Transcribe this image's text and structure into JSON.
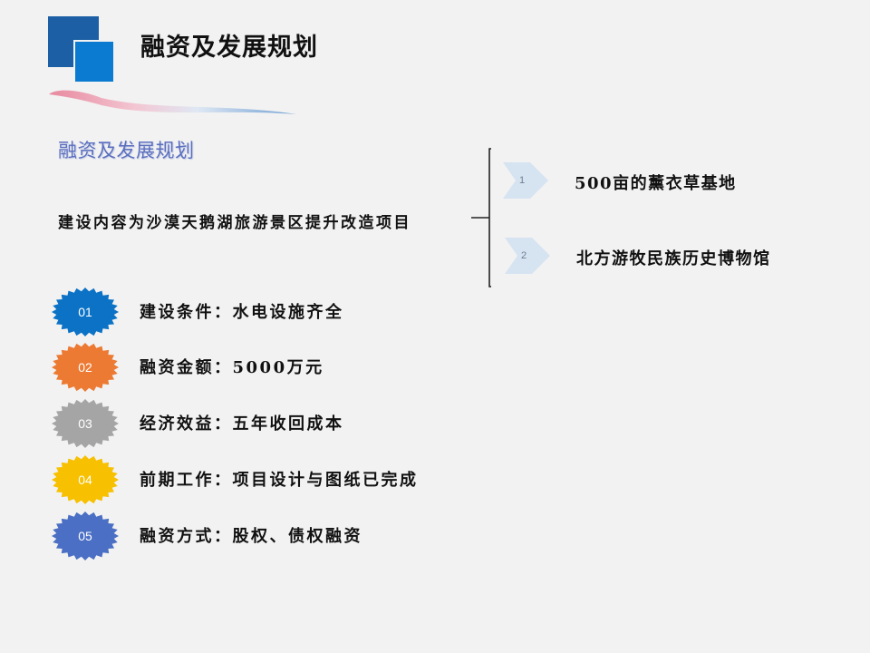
{
  "header": {
    "title": "融资及发展规划"
  },
  "section": {
    "subtitle": "融资及发展规划"
  },
  "project": {
    "text": "建设内容为沙漠天鹅湖旅游景区提升改造项目",
    "branches": [
      {
        "num": "1",
        "label": "500亩的薰衣草基地"
      },
      {
        "num": "2",
        "label": "北方游牧民族历史博物馆"
      }
    ]
  },
  "items": [
    {
      "num": "01",
      "text": "建设条件：水电设施齐全",
      "color": "#0b72c6"
    },
    {
      "num": "02",
      "text": "融资金额：5000万元",
      "color": "#ec7a33"
    },
    {
      "num": "03",
      "text": "经济效益：五年收回成本",
      "color": "#a5a5a5"
    },
    {
      "num": "04",
      "text": "前期工作：项目设计与图纸已完成",
      "color": "#f7c000"
    },
    {
      "num": "05",
      "text": "融资方式：股权、债权融资",
      "color": "#4a6fc4"
    }
  ],
  "colors": {
    "chevron": "#d6e3f1",
    "title_accent": "#1d5fa4"
  },
  "icons": {
    "logo": "stacked-squares-icon",
    "swoosh": "brush-stroke-icon",
    "badge": "starburst-badge-icon",
    "step": "chevron-arrow-icon"
  }
}
